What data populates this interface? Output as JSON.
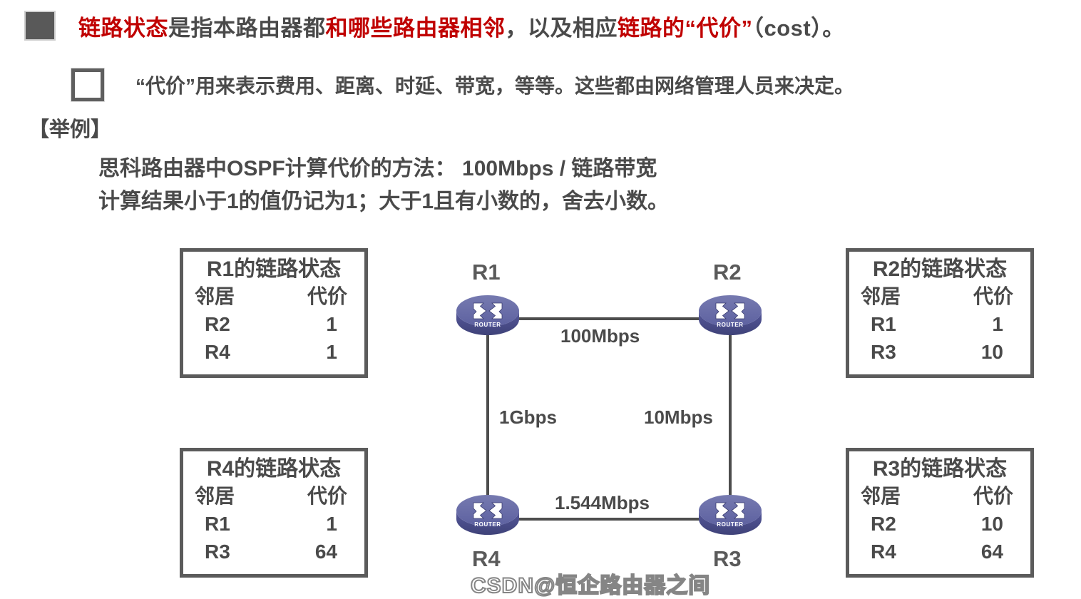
{
  "slide": {
    "bullet1": {
      "segments": [
        {
          "text": "链路状态",
          "color": "red"
        },
        {
          "text": "是指本路由器都",
          "color": "gray"
        },
        {
          "text": "和哪些路由器相邻",
          "color": "red"
        },
        {
          "text": "，以及相应",
          "color": "gray"
        },
        {
          "text": "链路的“代价”",
          "color": "red"
        },
        {
          "text": "（cost）。",
          "color": "gray"
        }
      ],
      "full_text": "链路状态是指本路由器都和哪些路由器相邻，以及相应链路的“代价”（cost）。"
    },
    "bullet2": "“代价”用来表示费用、距离、时延、带宽，等等。这些都由网络管理人员来决定。",
    "example_heading": "【举例】",
    "example_lines": [
      "思科路由器中OSPF计算代价的方法： 100Mbps / 链路带宽",
      "计算结果小于1的值仍记为1；大于1且有小数的，舍去小数。"
    ],
    "watermark": "CSDN@恒企路由器之间"
  },
  "colors": {
    "highlight_red": "#c00000",
    "body_gray": "#4a4a4a",
    "table_border": "#5b5b5b",
    "router_top": "#6b6fa8",
    "router_body": "#4b4f86",
    "link_line": "#4d4d4d"
  },
  "link_state_tables": [
    {
      "id": "r1",
      "title": "R1的链路状态",
      "headers": [
        "邻居",
        "代价"
      ],
      "rows": [
        [
          "R2",
          "1"
        ],
        [
          "R4",
          "1"
        ]
      ]
    },
    {
      "id": "r2",
      "title": "R2的链路状态",
      "headers": [
        "邻居",
        "代价"
      ],
      "rows": [
        [
          "R1",
          "1"
        ],
        [
          "R3",
          "10"
        ]
      ]
    },
    {
      "id": "r4",
      "title": "R4的链路状态",
      "headers": [
        "邻居",
        "代价"
      ],
      "rows": [
        [
          "R1",
          "1"
        ],
        [
          "R3",
          "64"
        ]
      ]
    },
    {
      "id": "r3",
      "title": "R3的链路状态",
      "headers": [
        "邻居",
        "代价"
      ],
      "rows": [
        [
          "R2",
          "10"
        ],
        [
          "R4",
          "64"
        ]
      ]
    }
  ],
  "topology": {
    "nodes": [
      {
        "id": "r1",
        "label": "R1",
        "icon": "router-icon",
        "icon_caption": "ROUTER"
      },
      {
        "id": "r2",
        "label": "R2",
        "icon": "router-icon",
        "icon_caption": "ROUTER"
      },
      {
        "id": "r3",
        "label": "R3",
        "icon": "router-icon",
        "icon_caption": "ROUTER"
      },
      {
        "id": "r4",
        "label": "R4",
        "icon": "router-icon",
        "icon_caption": "ROUTER"
      }
    ],
    "links": [
      {
        "from": "R1",
        "to": "R2",
        "bandwidth": "100Mbps",
        "cost": "1"
      },
      {
        "from": "R1",
        "to": "R4",
        "bandwidth": "1Gbps",
        "cost": "1"
      },
      {
        "from": "R2",
        "to": "R3",
        "bandwidth": "10Mbps",
        "cost": "10"
      },
      {
        "from": "R4",
        "to": "R3",
        "bandwidth": "1.544Mbps",
        "cost": "64"
      }
    ]
  }
}
